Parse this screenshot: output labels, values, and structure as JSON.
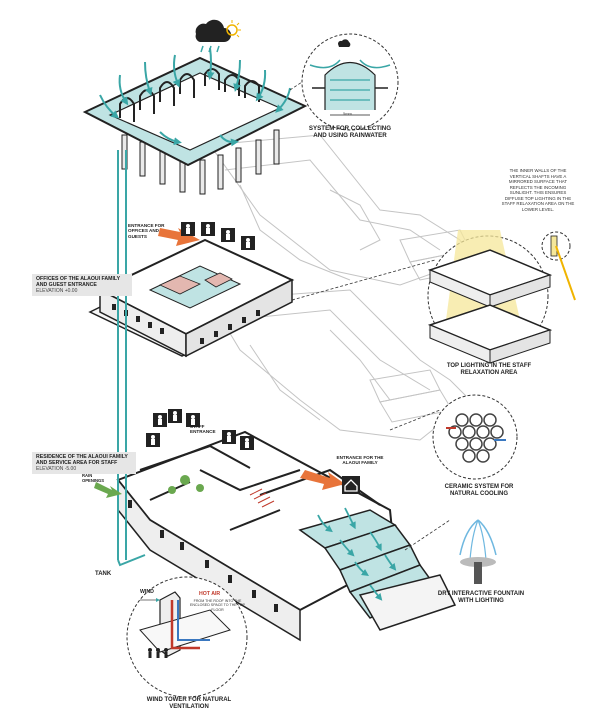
{
  "labels": {
    "rainwater": "SYSTEM FOR COLLECTING AND USING RAINWATER",
    "top_lighting": "TOP LIGHTING IN THE STAFF RELAXATION AREA",
    "ceramic": "CERAMIC SYSTEM FOR NATURAL COOLING",
    "fountain": "DRY INTERACTIVE FOUNTAIN WITH LIGHTING",
    "wind_tower": "WIND TOWER FOR NATURAL VENTILATION",
    "tank": "TANK",
    "wind": "WIND",
    "hot_air": "HOT AIR",
    "hot_air_note": "FROM THE ROOF INTO THE ENCLOSED SPACE TO THE TOP FLOOR",
    "mirror_note": "THE INNER WALLS OF THE VERTICAL SHAFTS HAVE A MIRRORED SURFACE THAT REFLECTS THE INCOMING SUNLIGHT. THIS ENSURES DIFFUSE TOP LIGHTING IN THE STAFF RELAXATION AREA ON THE LOWER LEVEL.",
    "entrance_offices": "ENTRANCE FOR OFFICES AND GUESTS",
    "entrance_staff": "STAFF ENTRANCE",
    "entrance_family": "ENTRANCE FOR THE ALAOUI FAMILY",
    "rain_openings": "RAIN OPENINGS",
    "water_detail": "5mm"
  },
  "levels": [
    {
      "title": "OFFICES OF THE ALAOUI FAMILY AND GUEST ENTRANCE",
      "elevation": "ELEVATION +0.00"
    },
    {
      "title": "RESIDENCE OF THE ALAOUI FAMILY AND SERVICE AREA FOR STAFF",
      "elevation": "ELEVATION -5.00"
    }
  ],
  "colors": {
    "teal": "#3aa6a6",
    "teal_light": "#bfe3e3",
    "orange": "#e8743a",
    "yellow_light": "#f5e79a",
    "green_arrow": "#6aa84f",
    "red_air": "#c0392b",
    "line": "#222222",
    "ghost": "#bdbdbd"
  },
  "icons": [
    "cloud-rain-icon",
    "sun-icon",
    "people-icon",
    "tree-icon",
    "house-icon",
    "wind-icon"
  ]
}
